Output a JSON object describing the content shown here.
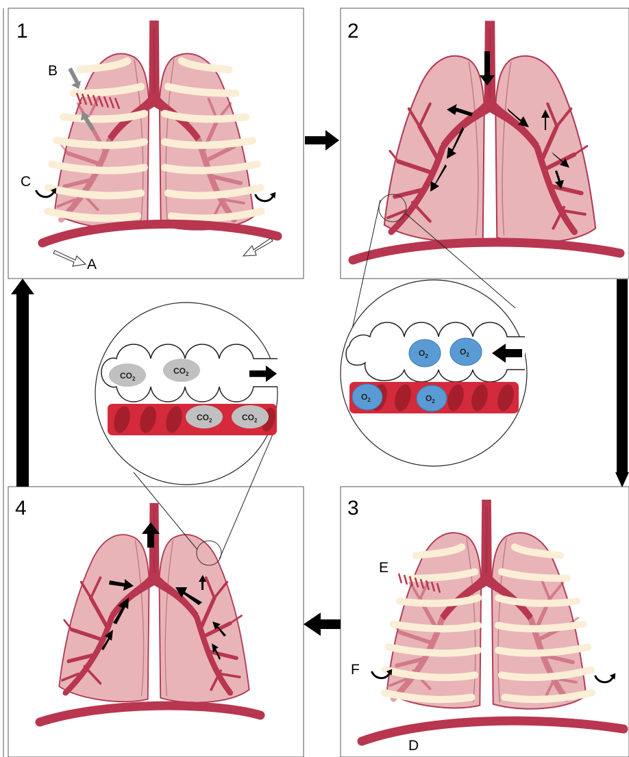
{
  "panels": [
    {
      "number": "1"
    },
    {
      "number": "2"
    },
    {
      "number": "3"
    },
    {
      "number": "4"
    }
  ],
  "labels": {
    "A": "A",
    "B": "B",
    "C": "C",
    "D": "D",
    "E": "E",
    "F": "F"
  },
  "exhale_zoom": {
    "gas_label": "CO",
    "gas_subscript": "2"
  },
  "inhale_zoom": {
    "gas_label": "O",
    "gas_subscript": "2"
  },
  "colors": {
    "lung_fill": "#e8b4b8",
    "lung_lobe": "#dfa0a6",
    "lung_outline": "#b03a54",
    "airway": "#b8364f",
    "rib": "#fbeed6",
    "blood_vessel": "#d42a3c",
    "red_cell": "#a51e2c",
    "oxygen": "#5b9bd5",
    "carbon_dioxide": "#c0c0c0",
    "arrow": "#000000"
  }
}
